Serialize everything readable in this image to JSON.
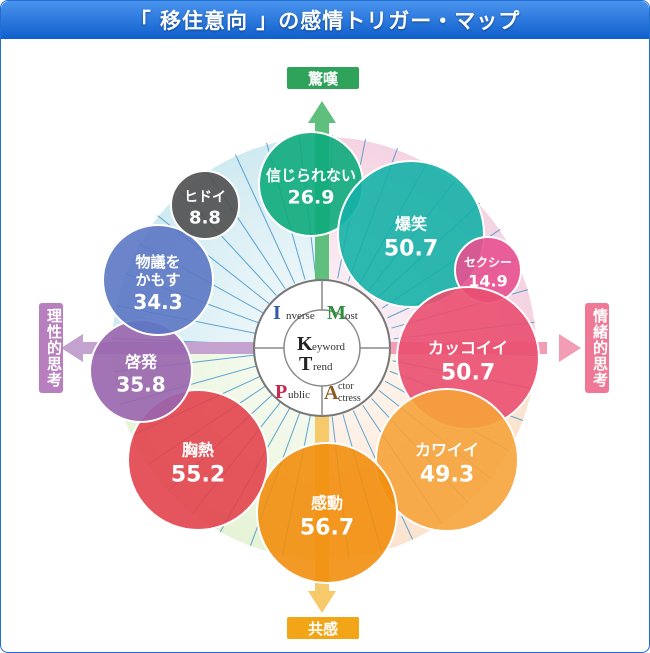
{
  "title": "「 移住意向 」の感情トリガー・マップ",
  "axes": {
    "top": "驚嘆",
    "bottom": "共感",
    "left": "理性的思考",
    "right": "情緒的思考"
  },
  "center": {
    "q1_initial": "I",
    "q1_rest": "nverse",
    "q2_initial": "M",
    "q2_rest": "ost",
    "q3_initial": "P",
    "q3_rest": "ublic",
    "q4_initial": "A",
    "q4_rest_top": "ctor",
    "q4_rest_bottom": "ctress",
    "mid1_initial": "K",
    "mid1_rest": "eyword",
    "mid2_initial": "T",
    "mid2_rest": "rend"
  },
  "colors": {
    "top_axis": "#2fa35a",
    "bottom_axis": "#f2a516",
    "left_axis": "#b77fbe",
    "right_axis": "#ef7896",
    "blue_initial": "#2f5ba8",
    "green_initial": "#2f8f3f",
    "red_initial": "#c9284d",
    "brown_initial": "#8a5a1e"
  },
  "bubbles": [
    {
      "id": "shinjirarenai",
      "label": "信じられない",
      "value": 26.9,
      "color": "#0eab7c"
    },
    {
      "id": "bakushou",
      "label": "爆笑",
      "value": 50.7,
      "color": "#15b1a7"
    },
    {
      "id": "sexy",
      "label": "セクシー",
      "value": 14.9,
      "color": "#e85090"
    },
    {
      "id": "kakkoii",
      "label": "カッコイイ",
      "value": 50.7,
      "color": "#ea4f70"
    },
    {
      "id": "kawaii",
      "label": "カワイイ",
      "value": 49.3,
      "color": "#f6a33a"
    },
    {
      "id": "kandou",
      "label": "感動",
      "value": 56.7,
      "color": "#f28e0d"
    },
    {
      "id": "kyounetsu",
      "label": "胸熱",
      "value": 55.2,
      "color": "#e2434c"
    },
    {
      "id": "keihatsu",
      "label": "啓発",
      "value": 35.8,
      "color": "#9965ad"
    },
    {
      "id": "butsugi",
      "label_line1": "物議を",
      "label_line2": "かもす",
      "value": 34.3,
      "color": "#5c77c4"
    },
    {
      "id": "hidoi",
      "label": "ヒドイ",
      "value": 8.8,
      "color": "#4f4f4f"
    }
  ]
}
